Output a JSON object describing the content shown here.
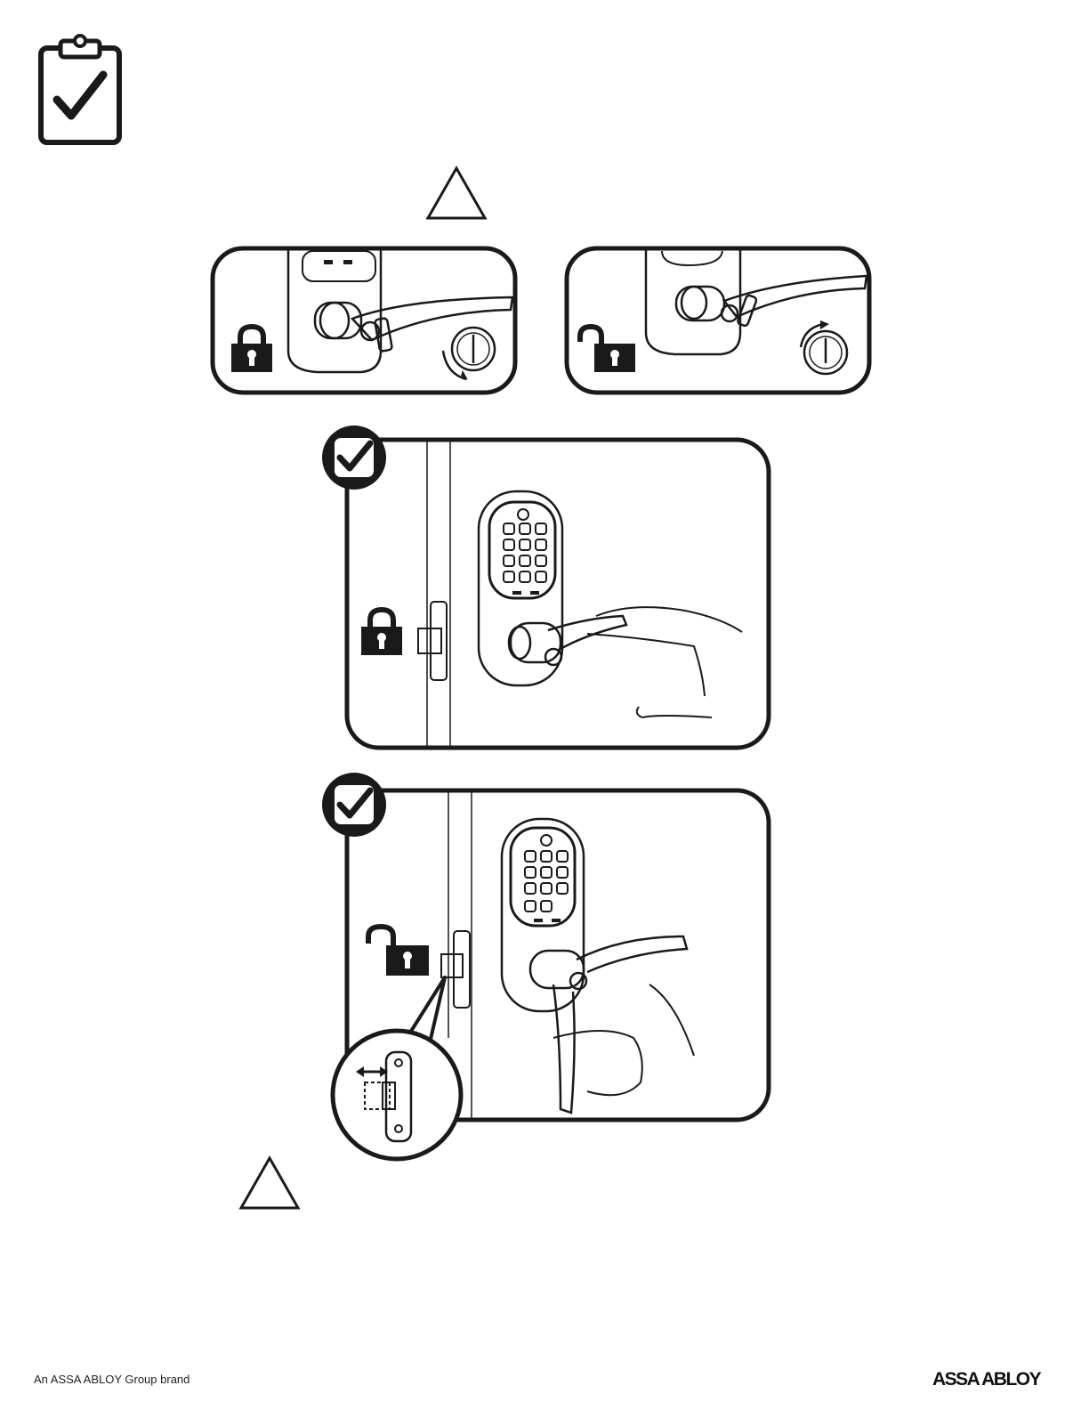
{
  "header": {
    "icon": "clipboard-check-icon"
  },
  "warning_top": {
    "icon": "warning-triangle-icon"
  },
  "warning_bottom": {
    "icon": "warning-triangle-icon"
  },
  "panels": {
    "locked_key": {
      "icon": "padlock-closed-icon",
      "rotation": "clockwise"
    },
    "unlocked_key": {
      "icon": "padlock-open-icon",
      "rotation": "counter-clockwise"
    },
    "locked_handle": {
      "badge": "checkmark-badge-icon",
      "state_icon": "padlock-closed-icon"
    },
    "unlocked_handle": {
      "badge": "checkmark-badge-icon",
      "state_icon": "padlock-open-icon",
      "detail": "latch-retract-arrow-icon"
    }
  },
  "footer": {
    "brand_line": "An ASSA ABLOY Group brand",
    "logo_text": "ASSA ABLOY"
  }
}
